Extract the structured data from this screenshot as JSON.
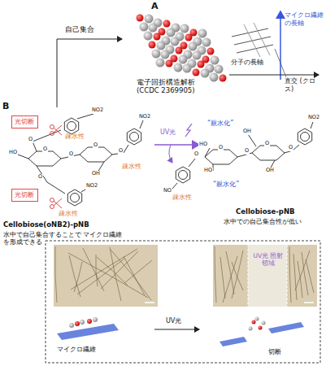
{
  "diagram": {
    "nodes": [
      {
        "text": [
          "光切断"
        ]
      },
      {
        "text": [
          "光切断"
        ]
      }
    ],
    "labels": [
      "A",
      "自己集合",
      "電子回折構造解析 (CCDC 2369905)",
      "マイクロ繊維の長軸",
      "分子の長軸",
      "直交 (クロス)",
      "B",
      "疎水性",
      "疎水性",
      "疎水性",
      "Cellobiose(oNB2)-pNB",
      "水中で自己集合することで マイクロ繊維を形成できる",
      "UV光",
      "“親水化”",
      "“親水化”",
      "疎水性",
      "Cellobiose-pNB",
      "水中での自己集合性が低い",
      "UV光 照射領域",
      "マイクロ繊維",
      "UV光",
      "切断",
      "HO",
      "O",
      "O",
      "O",
      "O",
      "OH",
      "O",
      "O",
      "NO2",
      "NO2",
      "NO2",
      "HO",
      "HO",
      "OH",
      "OH",
      "O",
      "O",
      "O",
      "O",
      "NO2",
      "O",
      "NO"
    ]
  }
}
